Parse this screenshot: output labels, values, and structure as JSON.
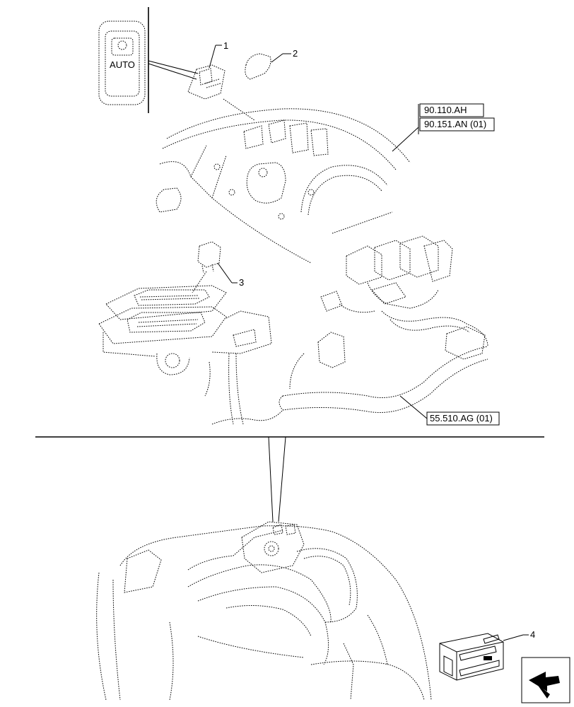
{
  "callouts": {
    "item_1": "1",
    "item_2": "2",
    "item_3": "3",
    "item_4": "4"
  },
  "references": {
    "ref_a": "90.110.AH",
    "ref_b": "90.151.AN (01)",
    "ref_c": "55.510.AG (01)"
  },
  "switch_text": "AUTO",
  "icons": {
    "kit_box": "crate-icon",
    "navigation": "arrow-icon"
  }
}
